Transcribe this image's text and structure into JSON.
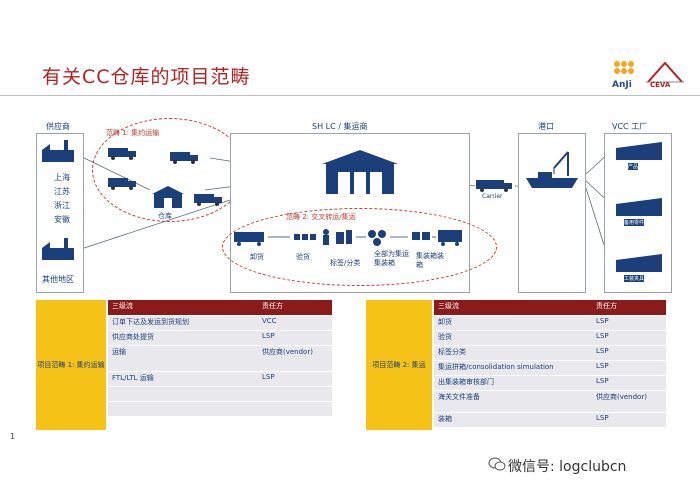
{
  "slide": {
    "title": "有关CC仓库的项目范畴",
    "page_number": "1",
    "watermark": "微信号: logclubcn"
  },
  "logo": {
    "anji": "AnJi",
    "ceva": "CEVA"
  },
  "diagram": {
    "supplier_header": "供应商",
    "regions": [
      "上海",
      "江苏",
      "浙江",
      "安徽"
    ],
    "other_region": "其他地区",
    "scope1_title": "范畴 1: 集约运输",
    "warehouse_label": "仓库",
    "shlc_title": "SH LC / 集运商",
    "scope2_title": "范畴 2: 交叉转运/集运",
    "steps": [
      "卸货",
      "验货",
      "标签/分类",
      "全部为集运集装箱",
      "集装箱装箱"
    ],
    "carrier_label": "Carrier",
    "port_title": "港口",
    "vcc_title": "VCC 工厂",
    "vcc_sublabels": [
      "产品",
      "备用零件",
      "工装夹具"
    ]
  },
  "table1": {
    "side_label": "项目范畴 1: 集约运输",
    "headers": [
      "三级流",
      "责任方"
    ],
    "rows": [
      [
        "订单下达及发运到货规划",
        "VCC"
      ],
      [
        "供应商处提货",
        "LSP"
      ],
      [
        "运输",
        "供应商(vendor)"
      ],
      [
        "FTL/LTL 运输",
        "LSP"
      ],
      [
        "",
        ""
      ],
      [
        "",
        ""
      ]
    ]
  },
  "table2": {
    "side_label": "项目范畴 2: 集运",
    "headers": [
      "三级流",
      "责任方"
    ],
    "rows": [
      [
        "卸货",
        "LSP"
      ],
      [
        "验货",
        "LSP"
      ],
      [
        "标签分类",
        "LSP"
      ],
      [
        "集运拼箱/consolidation simulation",
        "LSP"
      ],
      [
        "出集装箱审核部门",
        "LSP"
      ],
      [
        "海关文件准备",
        "供应商(vendor)"
      ],
      [
        "装箱",
        "LSP"
      ]
    ]
  }
}
